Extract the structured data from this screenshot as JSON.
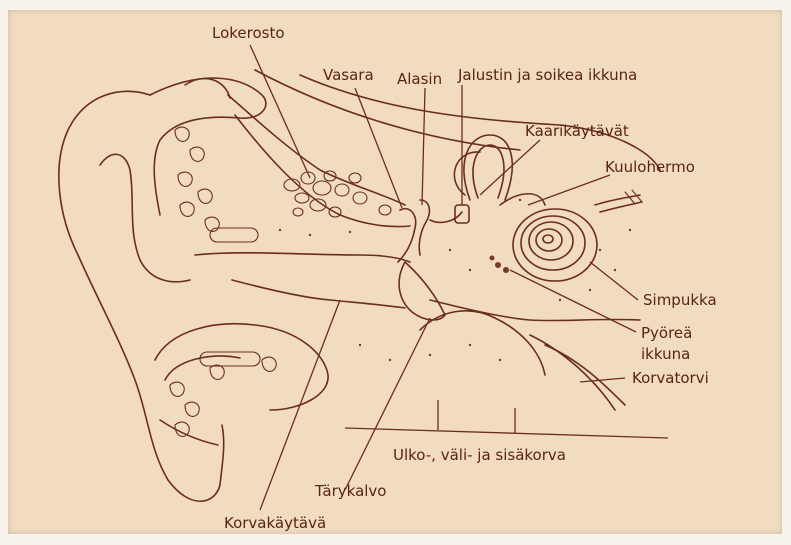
{
  "diagram": {
    "labels": {
      "lokerosto": "Lokerosto",
      "vasara": "Vasara",
      "alasin": "Alasin",
      "jalustin": "Jalustin ja soikea ikkuna",
      "kaarikaytavat": "Kaarikäytävät",
      "kuulohermo": "Kuulohermo",
      "simpukka": "Simpukka",
      "pyorea": "Pyöreä",
      "ikkuna": "ikkuna",
      "korvatorvi": "Korvatorvi",
      "korva_osat": "Ulko-, väli- ja sisäkorva",
      "tarykalvo": "Tärykalvo",
      "korvakaytava": "Korvakäytävä"
    },
    "colors": {
      "paper": "#f1dcc2",
      "ink": "#6b2e18",
      "text": "#5a2412"
    }
  }
}
